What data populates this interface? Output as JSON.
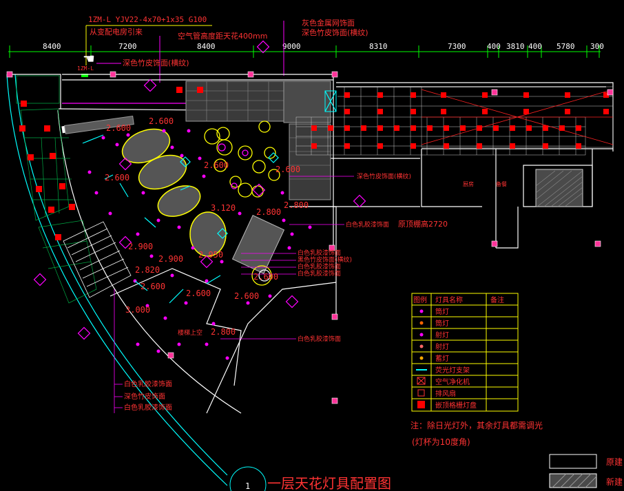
{
  "dimensions": {
    "left": [
      "8400",
      "7200",
      "8400"
    ],
    "right": [
      "9000",
      "8310",
      "7300",
      "400",
      "3810",
      "400",
      "5780",
      "300"
    ]
  },
  "cable": {
    "spec": "1ZM-L  YJV22-4x70+1x35  G100",
    "note": "从变配电房引来",
    "short": "1ZM-L"
  },
  "notes_top": {
    "air_duct": "空气管高度距天花400mm",
    "grey_metal": "灰色金属网饰面",
    "dark_leather": "深色竹皮饰面(横纹)",
    "dark_leather_left": "深色竹皮饰面(横纹)"
  },
  "notes_mid": {
    "dark_leather_mid": "深色竹皮饰面(横纹)",
    "white_latex": "白色乳胶漆饰面",
    "original_height": "原顶棚高2720"
  },
  "notes_center": {
    "line1": "白色乳胶漆饰面",
    "line2": "黑色竹皮饰面(横纹)",
    "line3": "白色乳胶漆饰面",
    "line4": "白色乳胶漆饰面",
    "line5": "白色乳胶漆饰面",
    "stair": "楼梯上空"
  },
  "notes_bottom": [
    "白色乳胶漆饰面",
    "深色竹皮饰面",
    "白色乳胶漆饰面"
  ],
  "heights": [
    "2.600",
    "2.600",
    "2.600",
    "2.600",
    "2.600",
    "3.120",
    "2.800",
    "2.800",
    "2.900",
    "2.820",
    "2.900",
    "2.950",
    "2.600",
    "2.600",
    "2.600",
    "3.000",
    "2.800",
    "2.600"
  ],
  "legend": {
    "headers": [
      "图例",
      "灯具名称",
      "备注"
    ],
    "rows": [
      "筒灯",
      "筒灯",
      "射灯",
      "射灯",
      "蓄灯",
      "荧光灯支架",
      "空气净化机",
      "排风扇",
      "嵌顶格栅灯盘"
    ]
  },
  "footnote": {
    "line1": "注：除日光灯外，其余灯具都需调光",
    "line2": "(灯杯为10度角)"
  },
  "key": {
    "existing": "原建",
    "new": "新建"
  },
  "title": {
    "number": "1",
    "text": "一层天花灯具配置图"
  },
  "rooms": {
    "r1": "厨房",
    "r2": "备餐"
  },
  "colors": {
    "red": "#ff0000",
    "magenta": "#ff00ff",
    "yellow": "#ffff00",
    "green": "#00ff00",
    "cyan": "#00ffff",
    "white": "#ffffff",
    "grey": "#808080"
  }
}
